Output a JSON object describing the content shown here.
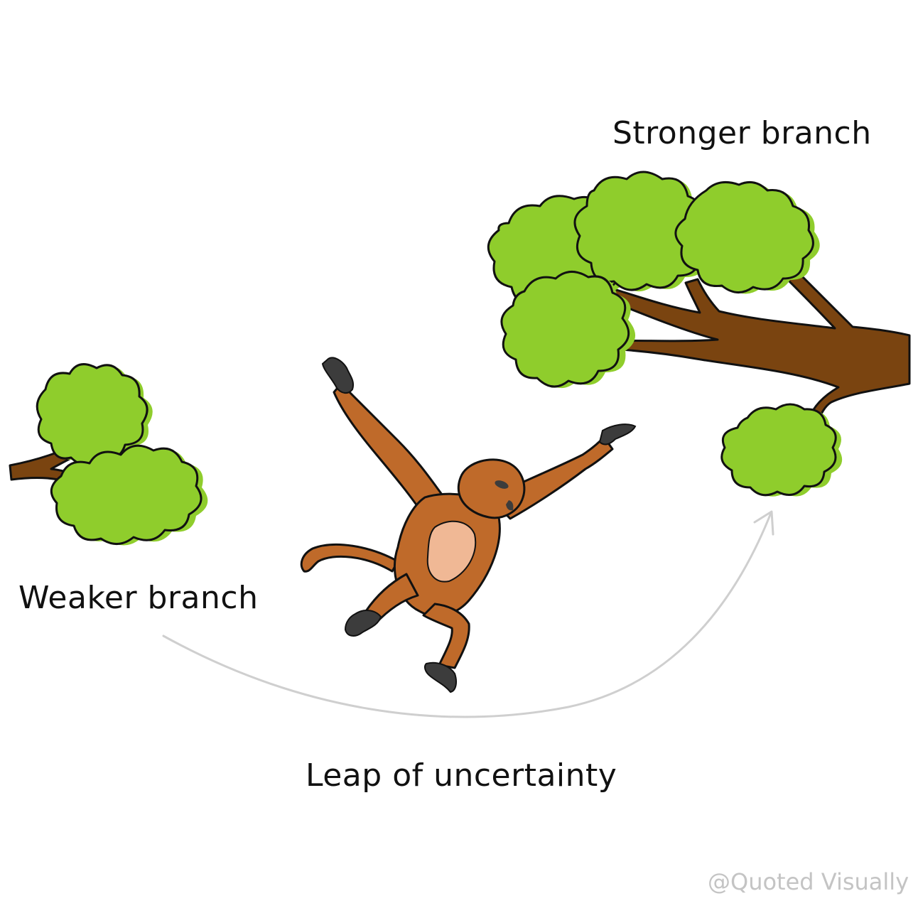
{
  "labels": {
    "stronger": "Stronger branch",
    "weaker": "Weaker branch",
    "leap": "Leap of uncertainty"
  },
  "watermark": "@Quoted Visually",
  "icons": {
    "weaker": "weaker-branch-icon",
    "stronger": "stronger-branch-icon",
    "monkey": "monkey-icon",
    "arrow": "leap-arrow-icon"
  },
  "colors": {
    "foliage": "#8fcd2c",
    "bark": "#7a4410",
    "fur": "#bf6a2a",
    "belly": "#f0b895",
    "hands": "#3c3c3c",
    "arrow": "#cfcfcf",
    "text": "#111111",
    "watermark": "#c4c4c4"
  }
}
